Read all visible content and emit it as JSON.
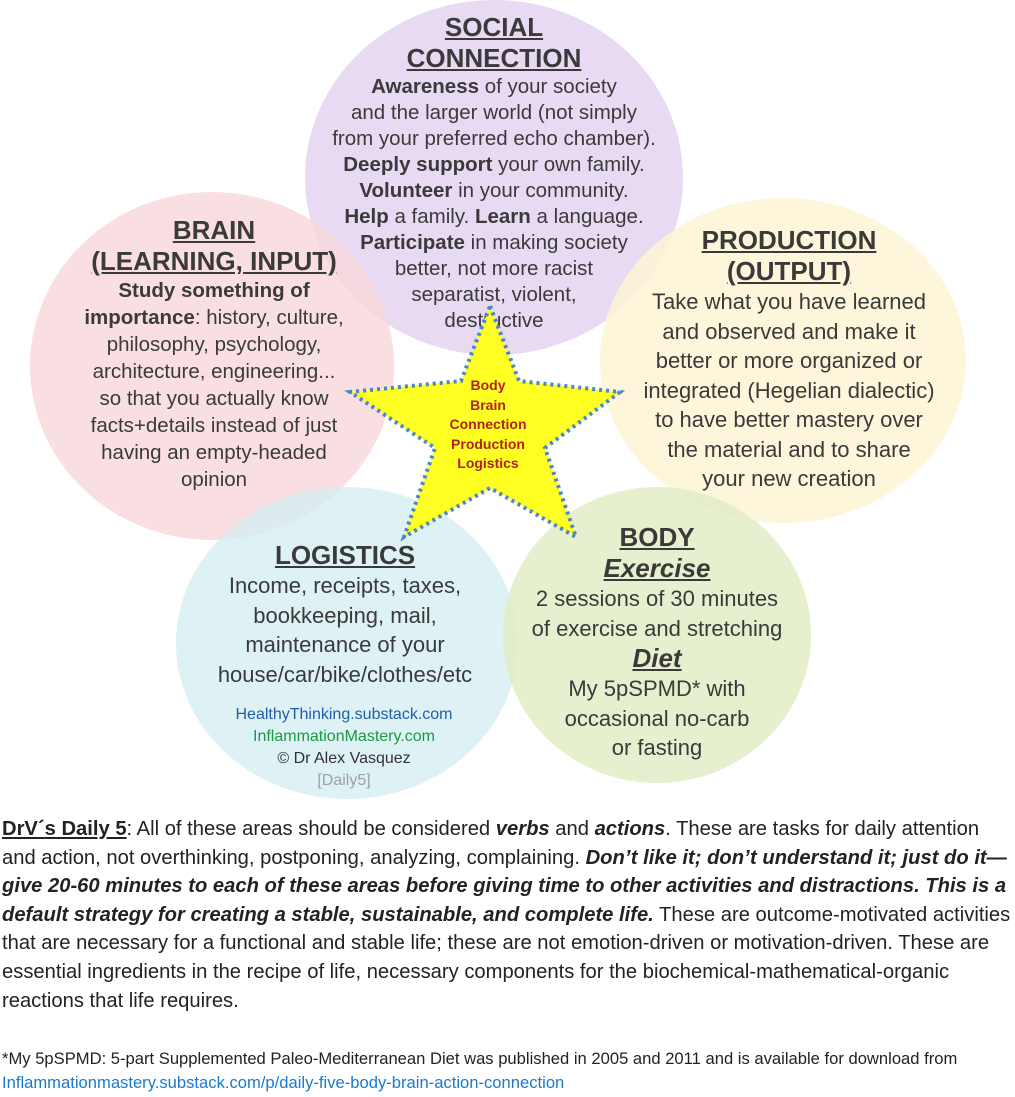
{
  "colors": {
    "social": "#e4d4f1",
    "brain": "#f7d7da",
    "production": "#fdf4d3",
    "logistics": "#d6eef2",
    "body": "#e2ecc5",
    "star_fill": "#ffff22",
    "star_border": "#4a86c8",
    "center_text": "#b22222"
  },
  "center": {
    "items": [
      "Body",
      "Brain",
      "Connection",
      "Production",
      "Logistics"
    ]
  },
  "social": {
    "title_lines": [
      "SOCIAL",
      "CONNECTION"
    ],
    "line1_bold": "Awareness",
    "line1_rest": " of your society",
    "line2": "and the larger world (not simply",
    "line3": "from your preferred echo chamber).",
    "line4_bold": "Deeply support",
    "line4_rest": " your own family.",
    "line5_bold": "Volunteer",
    "line5_rest": " in your community.",
    "line6_bold1": "Help",
    "line6_mid": " a family. ",
    "line6_bold2": "Learn",
    "line6_rest": " a language.",
    "line7_bold": "Participate",
    "line7_rest": " in making society",
    "line8": "better, not more racist",
    "line9": "separatist, violent,",
    "line10": "destructive"
  },
  "brain": {
    "title_lines": [
      "BRAIN",
      "(LEARNING, INPUT)"
    ],
    "line1_bold": "Study something of",
    "line2_bold": "importance",
    "line2_rest": ": history, culture,",
    "line3": "philosophy, psychology,",
    "line4": "architecture, engineering...",
    "line5": "so that you actually know",
    "line6": "facts+details instead of just",
    "line7": "having an empty-headed",
    "line8": "opinion"
  },
  "production": {
    "title_lines": [
      "PRODUCTION",
      "(OUTPUT)"
    ],
    "lines": [
      "Take what you have learned",
      "and observed and make it",
      "better or more organized or",
      "integrated (Hegelian dialectic)",
      "to have better mastery over",
      "the material and to share",
      "your new creation"
    ]
  },
  "logistics": {
    "title": "LOGISTICS",
    "lines": [
      "Income, receipts, taxes,",
      "bookkeeping, mail,",
      "maintenance of your",
      "house/car/bike/clothes/etc"
    ]
  },
  "body": {
    "title": "BODY",
    "exercise_label": "Exercise",
    "exercise_lines": [
      "2 sessions of 30 minutes",
      "of exercise and stretching"
    ],
    "diet_label": "Diet",
    "diet_lines": [
      "My 5pSPMD* with",
      "occasional no-carb",
      "or fasting"
    ]
  },
  "credits": {
    "substack": "HealthyThinking.substack.com",
    "site": "InflammationMastery.com",
    "author": "© Dr Alex Vasquez",
    "tag": "[Daily5]"
  },
  "paragraph": {
    "lead": "DrV´s Daily 5",
    "p1": ": All of these areas should be considered ",
    "verbs": "verbs",
    "p2": " and ",
    "actions": "actions",
    "p3": ". These are tasks for daily attention and action, not overthinking, postponing, analyzing, complaining. ",
    "bold_italic": "Don’t like it; don’t understand it; just do it—give 20-60 minutes to each of these areas before giving time to other activities and distractions. This is a default strategy for creating a stable, sustainable, and complete life.",
    "p4": " These are outcome-motivated activities that are necessary for a functional and stable life; these are not emotion-driven or motivation-driven. These are essential ingredients in the recipe of life, necessary components for the biochemical-mathematical-organic reactions that life requires."
  },
  "footnote": {
    "text": "*My 5pSPMD: 5-part Supplemented Paleo-Mediterranean Diet was published in 2005 and 2011 and is available for download from ",
    "url": "Inflammationmastery.substack.com/p/daily-five-body-brain-action-connection"
  }
}
